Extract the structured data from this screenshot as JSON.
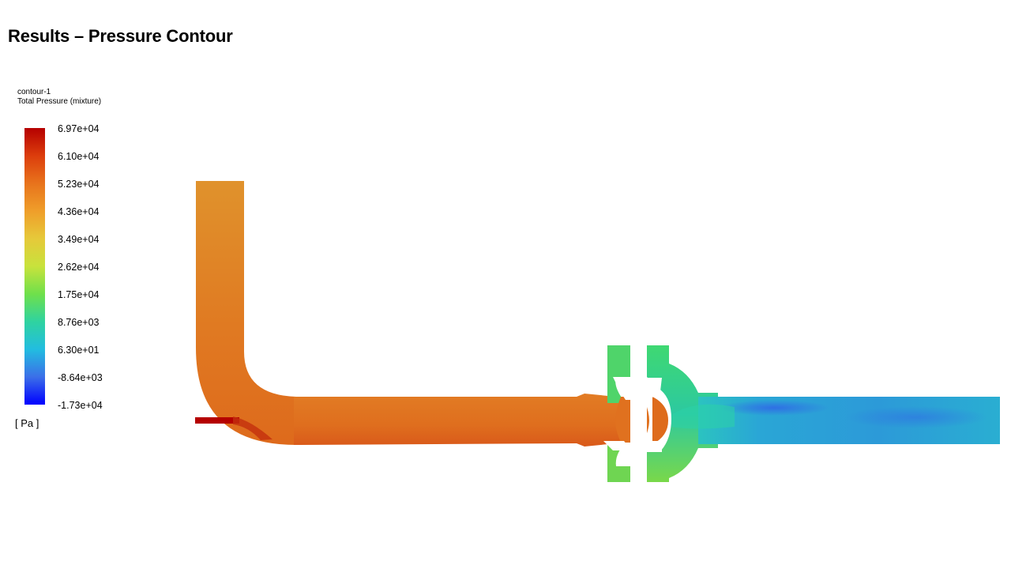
{
  "slide": {
    "title": "Results – Pressure Contour"
  },
  "legend": {
    "contour_name": "contour-1",
    "variable": "Total Pressure (mixture)",
    "unit": "[ Pa ]",
    "ticks": [
      "6.97e+04",
      "6.10e+04",
      "5.23e+04",
      "4.36e+04",
      "3.49e+04",
      "2.62e+04",
      "1.75e+04",
      "8.76e+03",
      "6.30e+01",
      "-8.64e+03",
      "-1.73e+04"
    ],
    "colormap": [
      "#b50000",
      "#dc3d0c",
      "#e8731c",
      "#ef9e2a",
      "#e6c93a",
      "#c8e23c",
      "#6fe04b",
      "#2fd3a0",
      "#22bde0",
      "#3b6fe8",
      "#0000ff"
    ]
  },
  "colors": {
    "inlet_pipe": "#e07a22",
    "inlet_pipe_top": "#e0902a",
    "inlet_jet": "#b50000",
    "valve_green": "#4ed86e",
    "outlet_pipe": "#2ab7cf",
    "outlet_core": "#2f8fe0"
  }
}
